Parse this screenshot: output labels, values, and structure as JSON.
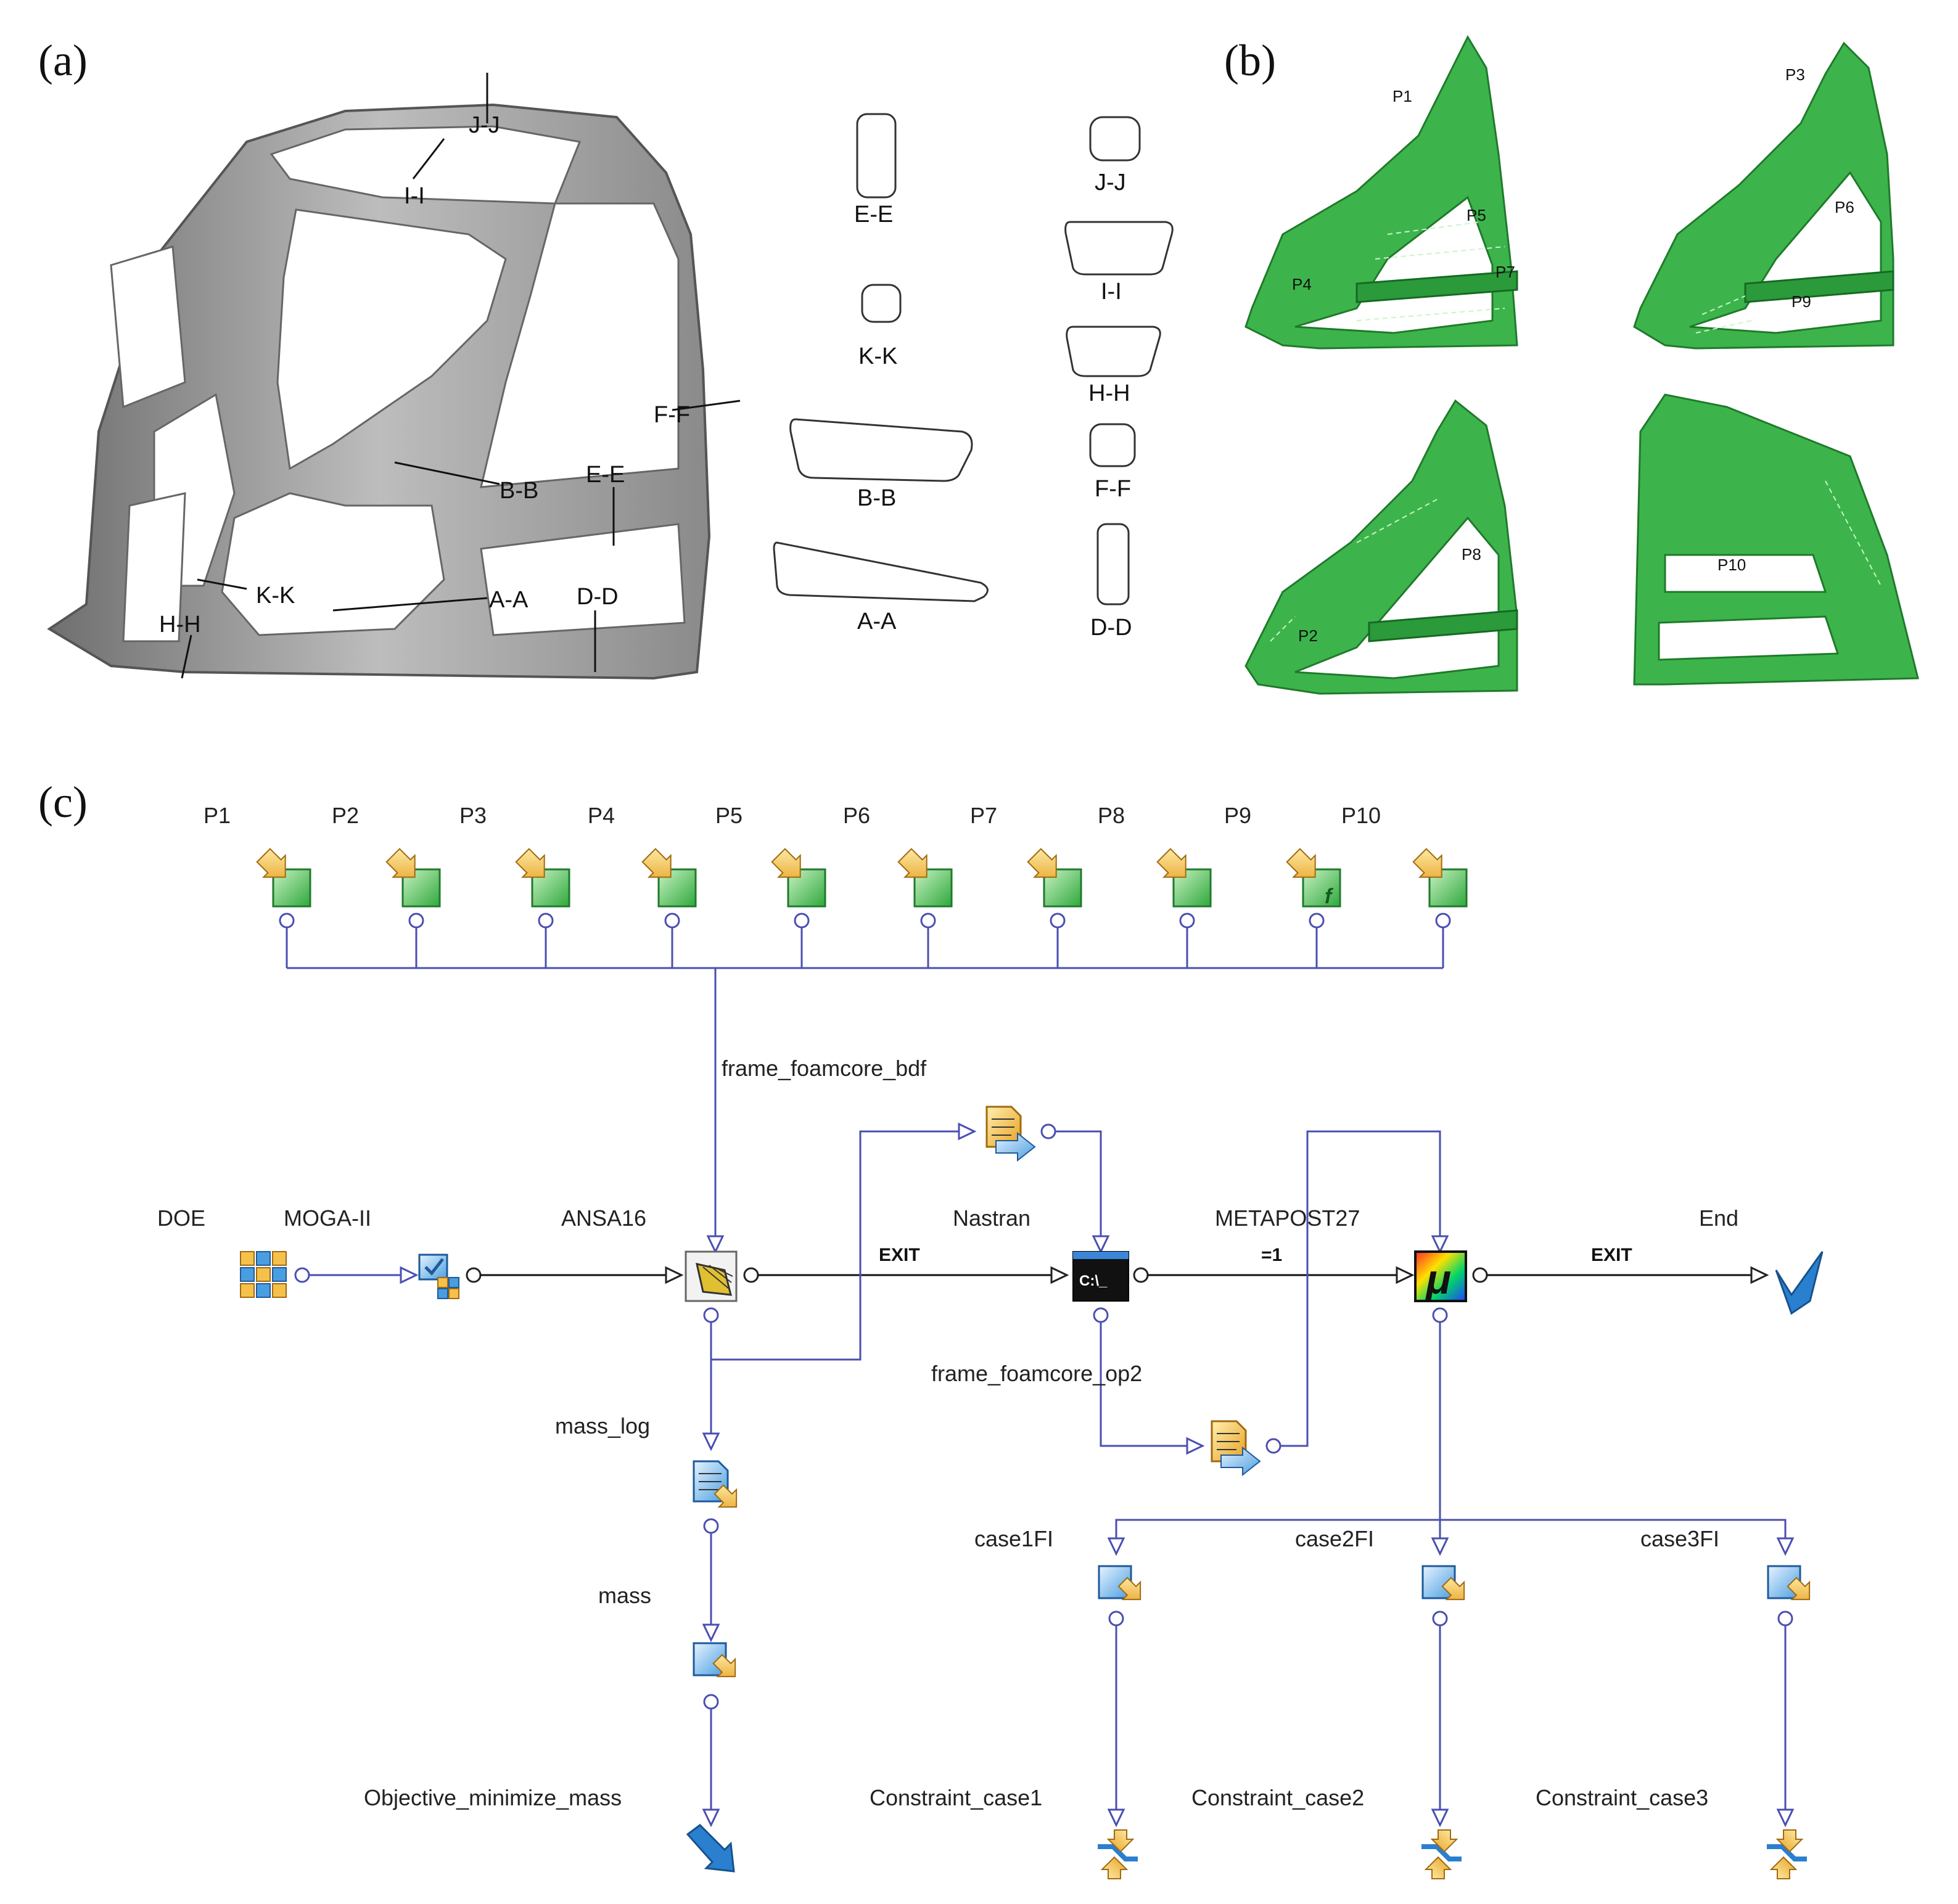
{
  "panels": {
    "a": "(a)",
    "b": "(b)",
    "c": "(c)"
  },
  "panel_a": {
    "frame_sections": [
      "J-J",
      "I-I",
      "F-F",
      "B-B",
      "E-E",
      "K-K",
      "A-A",
      "D-D",
      "H-H"
    ],
    "profiles": [
      "E-E",
      "J-J",
      "K-K",
      "I-I",
      "H-H",
      "B-B",
      "F-F",
      "A-A",
      "D-D"
    ]
  },
  "panel_b": {
    "labels": [
      "P1",
      "P5",
      "P7",
      "P4",
      "P3",
      "P6",
      "P9",
      "P8",
      "P2",
      "P10"
    ]
  },
  "panel_c": {
    "params": [
      "P1",
      "P2",
      "P3",
      "P4",
      "P5",
      "P6",
      "P7",
      "P8",
      "P9",
      "P10"
    ],
    "bus_label": "frame_foamcore_bdf",
    "nodes": {
      "doe": "DOE",
      "moga": "MOGA-II",
      "ansa": "ANSA16",
      "nastran": "Nastran",
      "metapost": "METAPOST27",
      "end": "End"
    },
    "flow_labels": {
      "exit1": "EXIT",
      "eq1": "=1",
      "exit2": "EXIT"
    },
    "nastran_icon_text": "C:\\_",
    "metapost_icon_text": "μ",
    "op2_label": "frame_foamcore_op2",
    "mass_log": "mass_log",
    "mass": "mass",
    "objective": "Objective_minimize_mass",
    "cases": [
      "case1FI",
      "case2FI",
      "case3FI"
    ],
    "constraints": [
      "Constraint_case1",
      "Constraint_case2",
      "Constraint_case3"
    ],
    "colors": {
      "wire": "#4a4fb0",
      "param_green": "#3cb44b",
      "arrow_orange": "#f0b030"
    }
  }
}
